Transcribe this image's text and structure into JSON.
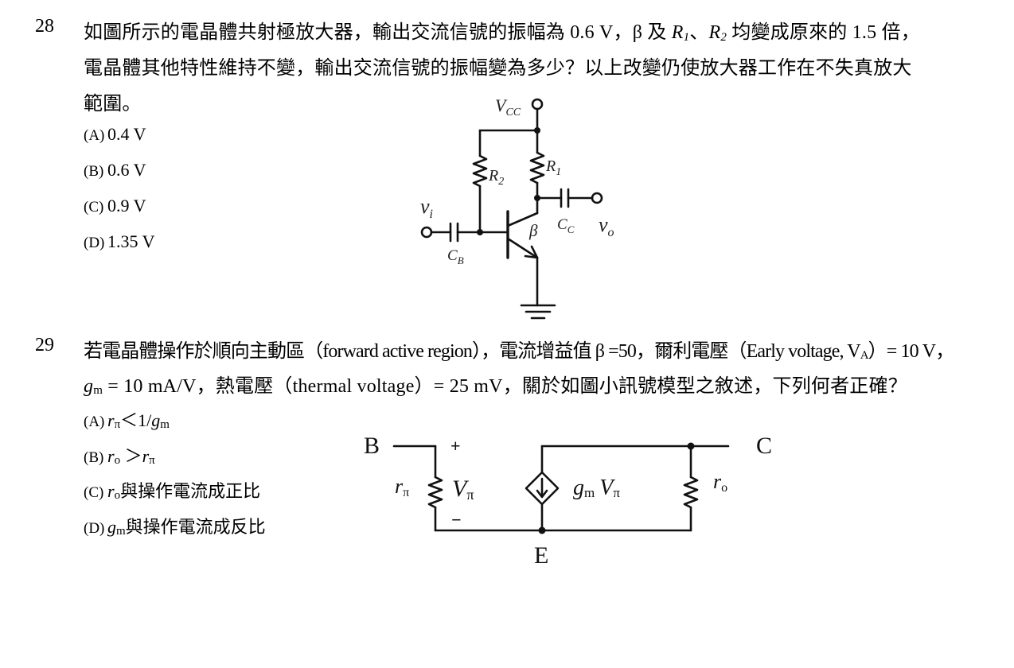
{
  "q28": {
    "number": "28",
    "stem_line1_a": "如圖所示的電晶體共射極放大器，輸出交流信號的振幅為 0.6 V，β 及 ",
    "stem_line1_r1": "R",
    "stem_line1_r1_sub": "1",
    "stem_line1_sep": "、",
    "stem_line1_r2": "R",
    "stem_line1_r2_sub": "2",
    "stem_line1_b": " 均變成原來的 1.5 倍，",
    "stem_line2": "電晶體其他特性維持不變，輸出交流信號的振幅變為多少？以上改變仍使放大器工作在不失真放大",
    "stem_line3": "範圍。",
    "options": [
      {
        "label": "(A)",
        "text": "0.4 V"
      },
      {
        "label": "(B)",
        "text": "0.6 V"
      },
      {
        "label": "(C)",
        "text": "0.9 V"
      },
      {
        "label": "(D)",
        "text": "1.35 V"
      }
    ],
    "circuit": {
      "vcc": "V",
      "vcc_sub": "CC",
      "r1": "R",
      "r1_sub": "1",
      "r2": "R",
      "r2_sub": "2",
      "vi": "v",
      "vi_sub": "i",
      "vo": "v",
      "vo_sub": "o",
      "cc": "C",
      "cc_sub": "C",
      "cb": "C",
      "cb_sub": "B",
      "beta": "β"
    }
  },
  "q29": {
    "number": "29",
    "stem_line1_a": "若電晶體操作於順向主動區（forward active region），電流增益值 β =50，爾利電壓（Early voltage, V",
    "stem_line1_va_sub": "A",
    "stem_line1_b": "）= 10 V，",
    "stem_line2_gm": "g",
    "stem_line2_gm_sub": "m",
    "stem_line2_rest": " = 10 mA/V，熱電壓（thermal voltage）= 25 mV，關於如圖小訊號模型之敘述，下列何者正確？",
    "options": [
      {
        "label": "(A)",
        "v1": "r",
        "v1_sub": "π",
        "mid": "＜1/",
        "v2": "g",
        "v2_sub": "m",
        "tail": ""
      },
      {
        "label": "(B)",
        "v1": "r",
        "v1_sub": "o",
        "mid": " ＞",
        "v2": "r",
        "v2_sub": "π",
        "tail": ""
      },
      {
        "label": "(C)",
        "v1": "r",
        "v1_sub": "o",
        "mid": "",
        "v2": "",
        "v2_sub": "",
        "tail": "與操作電流成正比"
      },
      {
        "label": "(D)",
        "v1": "g",
        "v1_sub": "m",
        "mid": "",
        "v2": "",
        "v2_sub": "",
        "tail": "與操作電流成反比"
      }
    ],
    "circuit": {
      "b": "B",
      "c": "C",
      "e": "E",
      "plus": "+",
      "minus": "−",
      "rpi": "r",
      "rpi_sub": "π",
      "vpi": "V",
      "vpi_sub": "π",
      "gm": "g",
      "gm_sub": "m",
      "gm_v": "V",
      "gm_v_sub": "π",
      "ro": "r",
      "ro_sub": "o"
    }
  }
}
